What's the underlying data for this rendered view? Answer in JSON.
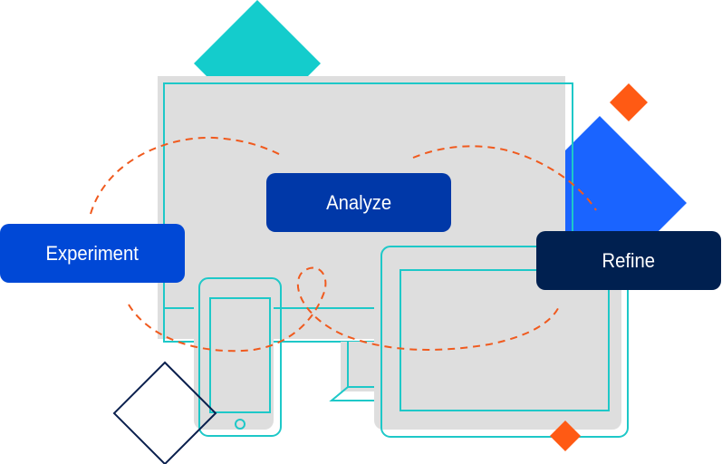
{
  "labels": {
    "experiment": "Experiment",
    "analyze": "Analyze",
    "refine": "Refine"
  },
  "colors": {
    "experiment": "#0048d6",
    "analyze": "#0038a8",
    "refine": "#002050",
    "teal": "#14cccc",
    "outline": "#1ec8c8",
    "device_fill": "#dedede",
    "dashed": "#f05a1e",
    "orange": "#ff5a14",
    "blue": "#1a64ff",
    "navy_outline": "#0a1f4d"
  }
}
